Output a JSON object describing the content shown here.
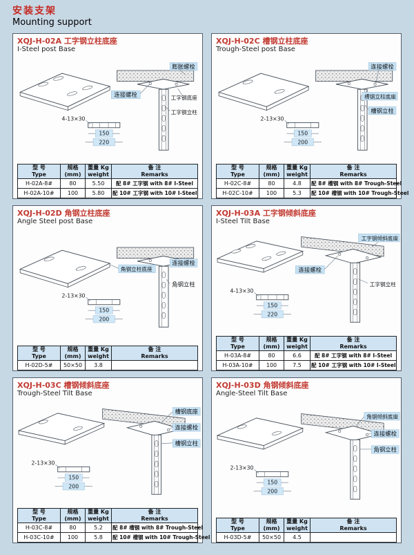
{
  "page": {
    "title_zh": "安装支架",
    "title_en": "Mounting support"
  },
  "table_headers": {
    "type_zh": "型 号",
    "type_en": "Type",
    "spec_zh": "规格",
    "spec_en": "(mm)",
    "weight_zh": "重量 Kg",
    "weight_en": "weight",
    "remarks_zh": "备 注",
    "remarks_en": "Remarks"
  },
  "panels": [
    {
      "title_zh": "XQJ-H-02A 工字钢立柱底座",
      "title_en": "Ⅰ-Steel post Base",
      "labels": [
        "膨胀螺栓",
        "工字钢底座",
        "连接螺栓",
        "工字钢立柱"
      ],
      "dims": {
        "holes": "4-13×30",
        "d1": "150",
        "d2": "220"
      },
      "rows": [
        {
          "type": "H-02A-8#",
          "spec": "80",
          "weight": "5.50",
          "remark": "配 8# 工字钢 with 8# Ⅰ-Steel"
        },
        {
          "type": "H-02A-10#",
          "spec": "100",
          "weight": "5.80",
          "remark": "配 10# 工字钢 with 10# Ⅰ-Steel"
        }
      ]
    },
    {
      "title_zh": "XQJ-H-02C 槽钢立柱底座",
      "title_en": "Trough-Steel post Base",
      "labels": [
        "连接螺栓",
        "槽钢立柱底座",
        "槽钢立柱"
      ],
      "dims": {
        "holes": "2-13×30",
        "d1": "150",
        "d2": "200"
      },
      "rows": [
        {
          "type": "H-02C-8#",
          "spec": "80",
          "weight": "4.8",
          "remark": "配 8# 槽钢 with 8# Trough-Steel"
        },
        {
          "type": "H-02C-10#",
          "spec": "100",
          "weight": "5.3",
          "remark": "配 10# 槽钢 with 10# Trough-Steel"
        }
      ]
    },
    {
      "title_zh": "XQJ-H-02D 角钢立柱底座",
      "title_en": "Angle Steel post Base",
      "labels": [
        "角钢立柱底座",
        "连接螺栓",
        "角钢立柱"
      ],
      "dims": {
        "holes": "2-13×30",
        "d1": "150",
        "d2": "200"
      },
      "rows": [
        {
          "type": "H-02D-5#",
          "spec": "50×50",
          "weight": "3.8",
          "remark": ""
        }
      ]
    },
    {
      "title_zh": "XQJ-H-03A 工字钢倾斜底座",
      "title_en": "Ⅰ-Steel Tilt Base",
      "labels": [
        "工字钢倾斜底座",
        "连接螺栓",
        "工字钢立柱"
      ],
      "dims": {
        "holes": "4-13×30",
        "d1": "150",
        "d2": "220"
      },
      "rows": [
        {
          "type": "H-03A-8#",
          "spec": "80",
          "weight": "6.6",
          "remark": "配 8# 工字钢 with 8# Ⅰ-Steel"
        },
        {
          "type": "H-03A-10#",
          "spec": "100",
          "weight": "7.5",
          "remark": "配 10# 工字钢 with 10# Ⅰ-Steel"
        }
      ]
    },
    {
      "title_zh": "XQJ-H-03C 槽钢倾斜底座",
      "title_en": "Trough-Steel Tilt Base",
      "labels": [
        "槽钢底座",
        "连接螺栓",
        "槽钢立柱"
      ],
      "dims": {
        "holes": "2-13×30",
        "d1": "150",
        "d2": "200"
      },
      "rows": [
        {
          "type": "H-03C-8#",
          "spec": "80",
          "weight": "5.2",
          "remark": "配 8# 槽钢 with 8# Trough-Steel"
        },
        {
          "type": "H-03C-10#",
          "spec": "100",
          "weight": "5.8",
          "remark": "配 10# 槽钢 with 10# Trough-Steel"
        }
      ]
    },
    {
      "title_zh": "XQJ-H-03D 角钢倾斜底座",
      "title_en": "Angle-Steel Tilt Base",
      "labels": [
        "角钢倾斜底座",
        "连接螺栓",
        "角钢立柱"
      ],
      "dims": {
        "holes": "2-13×30",
        "d1": "150",
        "d2": "200"
      },
      "rows": [
        {
          "type": "H-03D-5#",
          "spec": "50×50",
          "weight": "4.5",
          "remark": ""
        }
      ]
    }
  ]
}
